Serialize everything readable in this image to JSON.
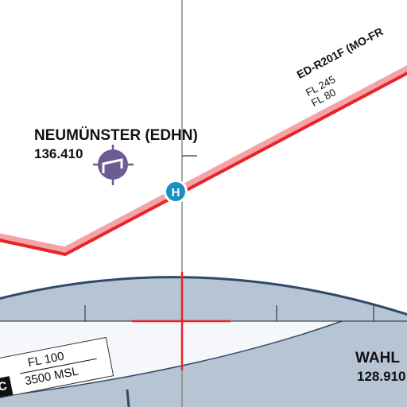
{
  "map": {
    "colors": {
      "restricted_area": "#e8242b",
      "restricted_halo": "#f4a3a6",
      "ctr_border": "#2e4a6b",
      "ctr_fill": "#b7c4d4",
      "airfield_symbol": "#6c5c93",
      "heliport": "#1a8fc4",
      "crosshair": "#e8242b",
      "meridian": "#8a8a8a"
    },
    "airfield": {
      "name": "NEUMÜNSTER (EDHN)",
      "frequency": "136.410",
      "icon": "airfield-symbol-icon"
    },
    "restricted_area": {
      "name": "ED-R201F (MO-FR",
      "upper_limit": "FL 245",
      "lower_limit": "FL 80"
    },
    "heliport": {
      "symbol": "H",
      "icon": "heliport-icon"
    },
    "ctr_label": {
      "name": "WAHL",
      "frequency": "128.910"
    },
    "airspace_box": {
      "class_letter": "C",
      "upper_limit": "FL 100",
      "lower_limit": "3500 MSL"
    }
  }
}
